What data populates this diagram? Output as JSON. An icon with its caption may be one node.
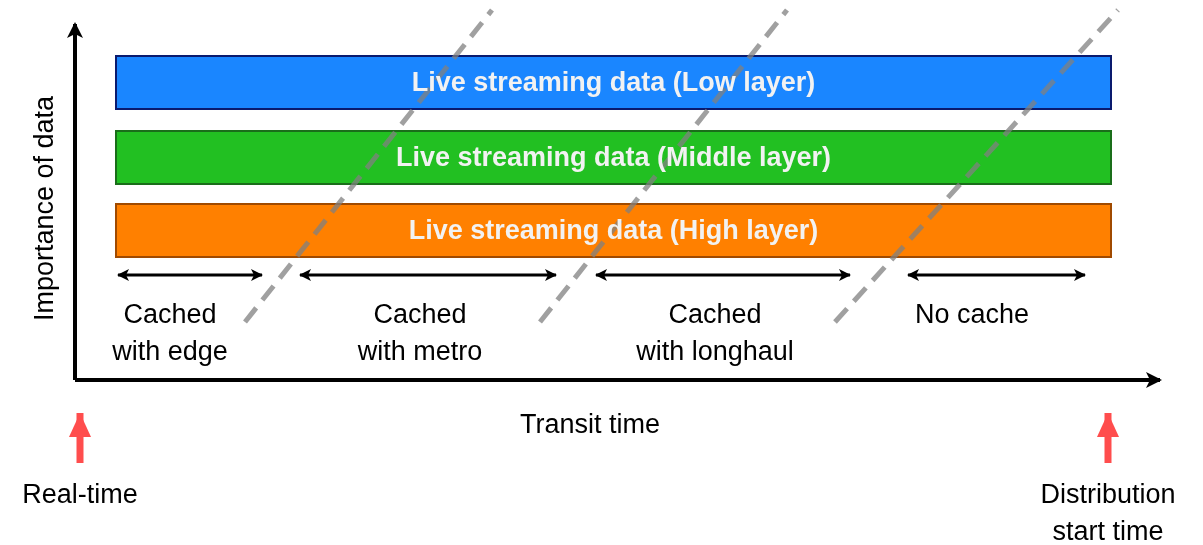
{
  "diagram": {
    "nodes": [
      {
        "text": [
          "Live streaming data (Low layer)"
        ]
      },
      {
        "text": [
          "Live streaming data (Middle layer)"
        ]
      },
      {
        "text": [
          "Live streaming data (High layer)"
        ]
      },
      {
        "text": [
          "Real-time"
        ]
      },
      {
        "text": [
          "Distribution start time"
        ]
      }
    ],
    "edges": [
      {
        "from": 3,
        "to": null,
        "arrow": "to"
      },
      {
        "from": 4,
        "to": null,
        "arrow": "to"
      }
    ],
    "labels": [
      "Importance of data",
      "Cached with edge",
      "Cached with metro",
      "Cached with longhaul",
      "No cache",
      "Transit time"
    ]
  }
}
